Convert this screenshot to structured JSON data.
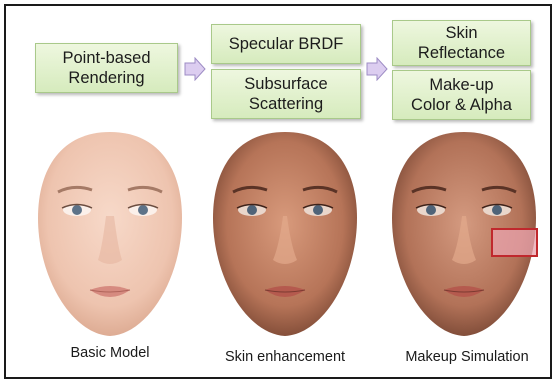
{
  "pipeline": {
    "stage1": {
      "box1": "Point-based\nRendering"
    },
    "stage2": {
      "box1": "Specular BRDF",
      "box2": "Subsurface\nScattering"
    },
    "stage3": {
      "box1": "Skin\nReflectance",
      "box2": "Make-up\nColor & Alpha"
    }
  },
  "panels": [
    {
      "caption": "Basic Model"
    },
    {
      "caption": "Skin enhancement"
    },
    {
      "caption": "Makeup Simulation"
    }
  ],
  "colors": {
    "box_fill": "#d6ebbd",
    "arrow_fill": "#dccdf0",
    "highlight_box": "#c0282d",
    "skin_basic": "#eec7b4",
    "skin_enhanced": "#b67458"
  }
}
